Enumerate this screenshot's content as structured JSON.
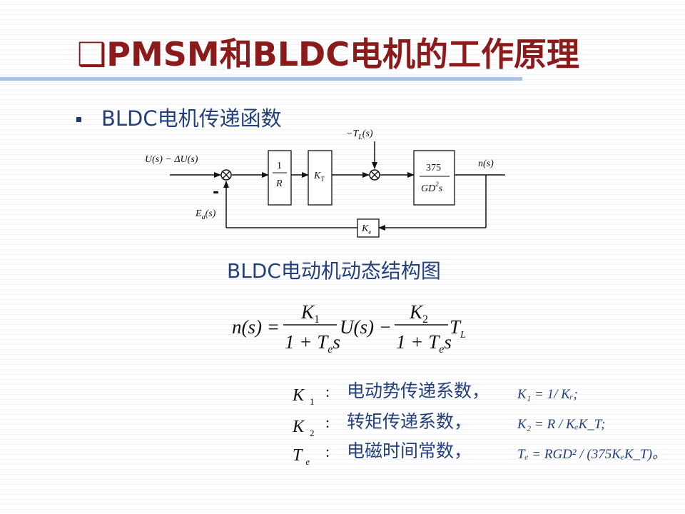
{
  "title": "❑PMSM和BLDC电机的工作原理",
  "bullet": "BLDC电机传递函数",
  "diagram": {
    "input": "U(s) − ΔU(s)",
    "disturbance": "−T",
    "disturbance_sub": "L",
    "disturbance_arg": "(s)",
    "block1_num": "1",
    "block1_den": "R",
    "block2_main": "K",
    "block2_sub": "T",
    "block3_num": "375",
    "block3_den_main": "GD",
    "block3_den_sup": "2",
    "block3_den_tail": "s",
    "output": "n(s)",
    "feedback_block_main": "K",
    "feedback_block_sub": "e",
    "feedback_signal_main": "E",
    "feedback_signal_sub": "a",
    "feedback_signal_arg": "(s)",
    "minus_sign": "-"
  },
  "caption": "BLDC电动机动态结构图",
  "equation": {
    "lhs": "n(s) =",
    "k1": "K",
    "k1_sub": "1",
    "den1_a": "1 + T",
    "den1_sub": "e",
    "den1_b": "s",
    "mid": "U(s) −",
    "k2": "K",
    "k2_sub": "2",
    "den2_a": "1 + T",
    "den2_sub": "e",
    "den2_b": "s",
    "tail": "T",
    "tail_sub": "L"
  },
  "definitions": [
    {
      "sym": "K",
      "sub": "1",
      "colon": ":",
      "desc": "电动势传递系数，",
      "formula": "K₁ = 1/ Kᵣ;"
    },
    {
      "sym": "K",
      "sub": "2",
      "colon": ":",
      "desc": "转矩传递系数，",
      "formula": "K₂ = R / KₑK_T;"
    },
    {
      "sym": "T",
      "sub": "e",
      "colon": ":",
      "desc": "电磁时间常数，",
      "formula": "Tₑ = RGD² / (375KₑK_T)。"
    }
  ]
}
